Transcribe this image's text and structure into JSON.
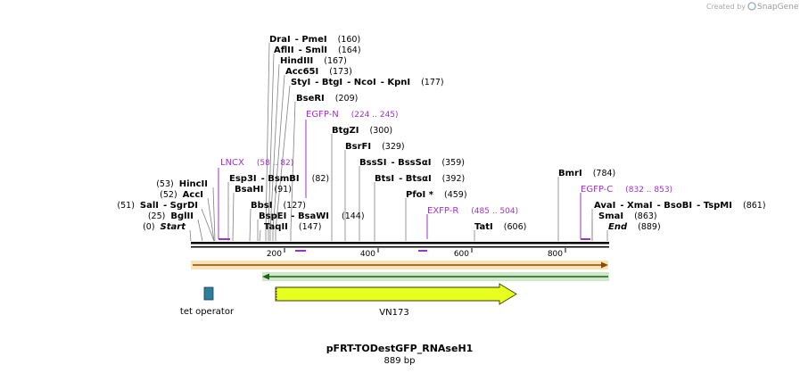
{
  "credit": {
    "prefix": "Created by",
    "brand": "SnapGene"
  },
  "plasmid": {
    "name": "pFRT-TODestGFP_RNAseH1",
    "length_label": "889 bp",
    "length": 889
  },
  "ruler": {
    "ticks": [
      200,
      400,
      600,
      800
    ]
  },
  "sites": [
    {
      "parts": [
        "DraI",
        "PmeI"
      ],
      "position": "(160)",
      "bp": 160
    },
    {
      "parts": [
        "AflII",
        "SmlI"
      ],
      "position": "(164)",
      "bp": 164
    },
    {
      "parts": [
        "HindIII"
      ],
      "position": "(167)",
      "bp": 167
    },
    {
      "parts": [
        "Acc65I"
      ],
      "position": "(173)",
      "bp": 173
    },
    {
      "parts": [
        "StyI",
        "BtgI",
        "NcoI",
        "KpnI"
      ],
      "position": "(177)",
      "bp": 177
    },
    {
      "parts": [
        "BseRI"
      ],
      "position": "(209)",
      "bp": 209
    },
    {
      "parts": [
        "BtgZI"
      ],
      "position": "(300)",
      "bp": 300
    },
    {
      "parts": [
        "BsrFI"
      ],
      "position": "(329)",
      "bp": 329
    },
    {
      "parts": [
        "BssSI",
        "BssSαI"
      ],
      "position": "(359)",
      "bp": 359
    },
    {
      "parts": [
        "Esp3I",
        "BsmBI"
      ],
      "position": "(82)",
      "bp": 82
    },
    {
      "parts": [
        "BtsI",
        "BtsαI"
      ],
      "position": "(392)",
      "bp": 392
    },
    {
      "parts": [
        "BsaHI"
      ],
      "position": "(91)",
      "bp": 91
    },
    {
      "parts": [
        "PfoI *"
      ],
      "position": "(459)",
      "bp": 459
    },
    {
      "parts": [
        "BbsI"
      ],
      "position": "(127)",
      "bp": 127
    },
    {
      "parts": [
        "BspEI",
        "BsaWI"
      ],
      "position": "(144)",
      "bp": 144
    },
    {
      "parts": [
        "TaqII"
      ],
      "position": "(147)",
      "bp": 147
    },
    {
      "parts": [
        "TatI"
      ],
      "position": "(606)",
      "bp": 606
    },
    {
      "parts": [
        "HincII"
      ],
      "position": "(53)",
      "bp": 53
    },
    {
      "parts": [
        "AccI"
      ],
      "position": "(52)",
      "bp": 52
    },
    {
      "parts": [
        "SalI",
        "SgrDI"
      ],
      "position": "(51)",
      "bp": 51
    },
    {
      "parts": [
        "BglII"
      ],
      "position": "(25)",
      "bp": 25
    },
    {
      "parts": [
        "Start"
      ],
      "position": "(0)",
      "bp": 0,
      "italic": true
    },
    {
      "parts": [
        "BmrI"
      ],
      "position": "(784)",
      "bp": 784
    },
    {
      "parts": [
        "AvaI",
        "XmaI",
        "BsoBI",
        "TspMI"
      ],
      "position": "(861)",
      "bp": 861
    },
    {
      "parts": [
        "SmaI"
      ],
      "position": "(863)",
      "bp": 863
    },
    {
      "parts": [
        "End"
      ],
      "position": "(889)",
      "bp": 889,
      "italic": true
    }
  ],
  "primers": [
    {
      "name": "LNCX",
      "range": "(58 .. 82)",
      "start": 58,
      "end": 82
    },
    {
      "name": "EGFP-N",
      "range": "(224 .. 245)",
      "start": 224,
      "end": 245
    },
    {
      "name": "EXFP-R",
      "range": "(485 .. 504)",
      "start": 485,
      "end": 504
    },
    {
      "name": "EGFP-C",
      "range": "(832 .. 853)",
      "start": 832,
      "end": 853
    }
  ],
  "features": [
    {
      "name": "tet operator",
      "color": "#2e7d9a"
    },
    {
      "name": "VN173",
      "color": "#e6ff1e"
    }
  ],
  "colors": {
    "primer": "#a030d0",
    "orange_track": "#f5a623",
    "green_track": "#2e8b2e",
    "site_line": "#808080"
  }
}
